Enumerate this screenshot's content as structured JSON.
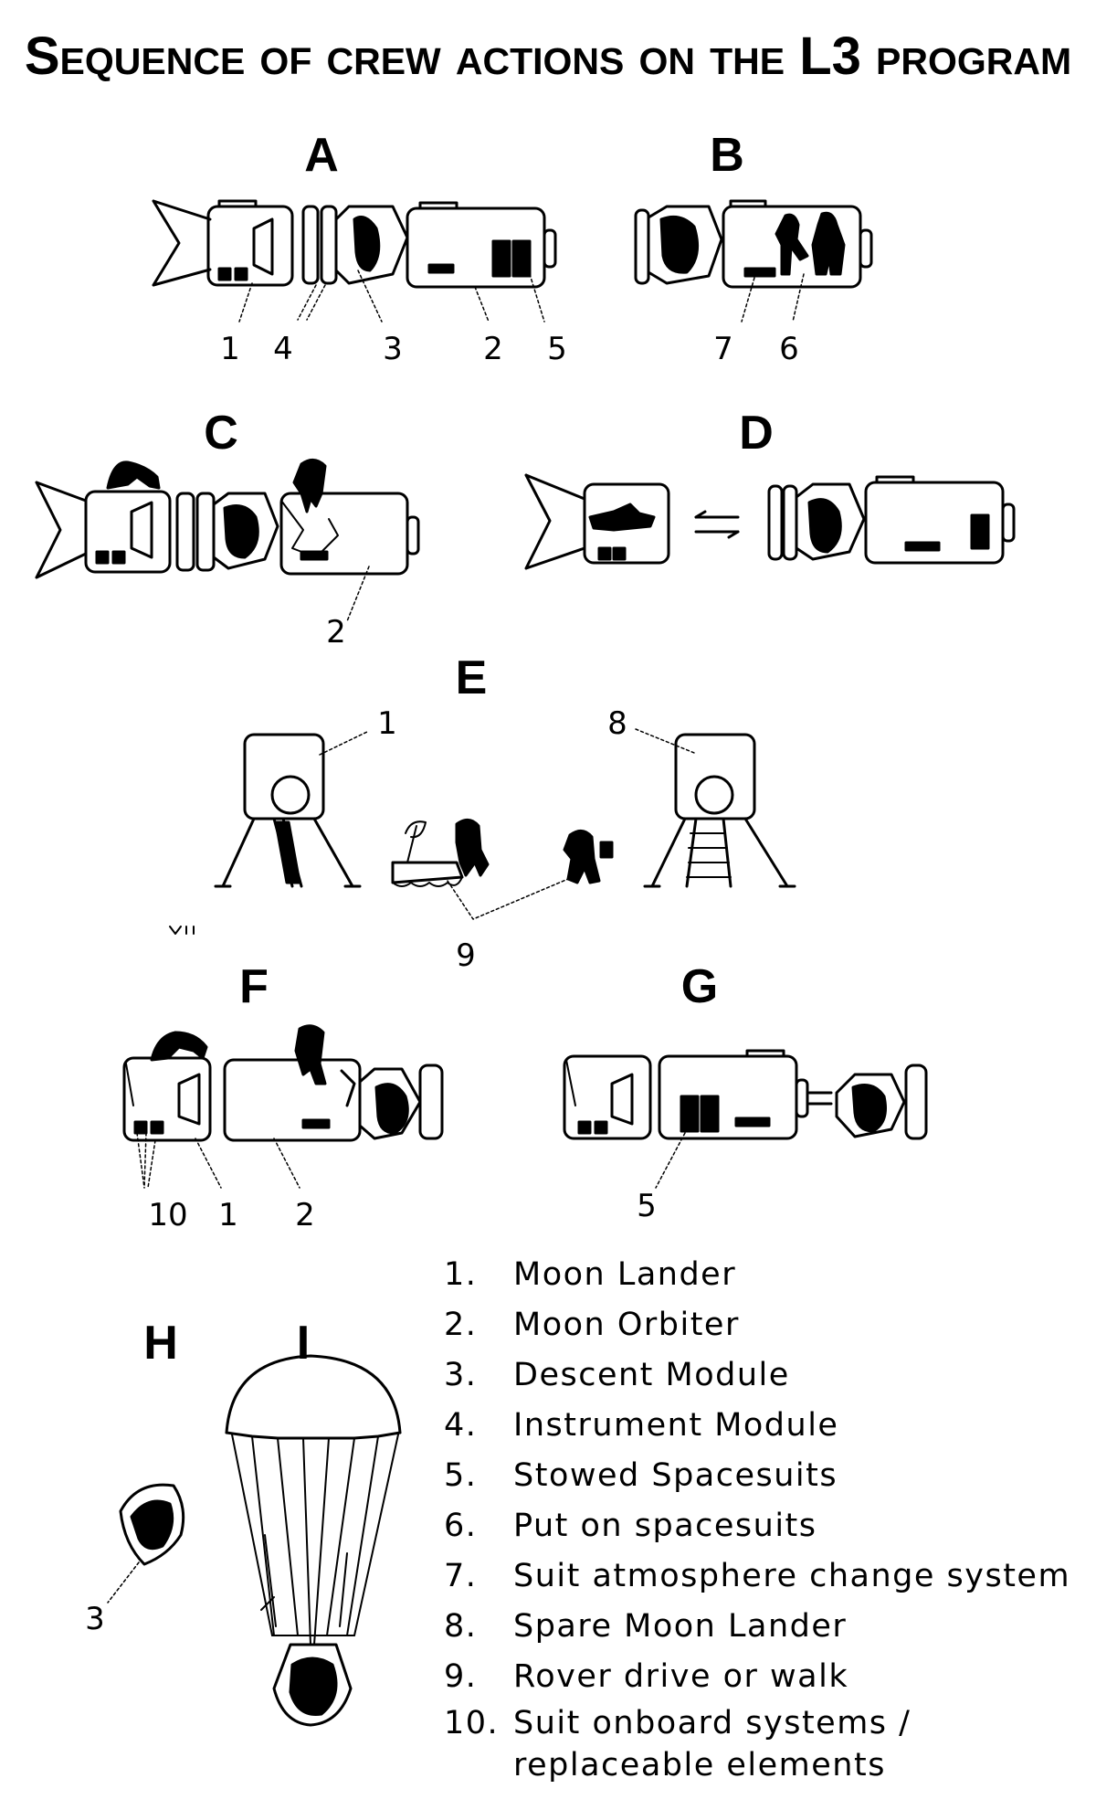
{
  "title": "Sequence of crew actions on the L3 program",
  "panels": {
    "a": "A",
    "b": "B",
    "c": "C",
    "d": "D",
    "e": "E",
    "f": "F",
    "g": "G",
    "h": "H",
    "i": "I"
  },
  "callouts": {
    "a": [
      "1",
      "4",
      "3",
      "2",
      "5"
    ],
    "b": [
      "7",
      "6"
    ],
    "c": [
      "2"
    ],
    "e": [
      "1",
      "8",
      "9"
    ],
    "f": [
      "10",
      "1",
      "2"
    ],
    "g": [
      "5"
    ],
    "h": [
      "3"
    ]
  },
  "legend": [
    {
      "num": "1.",
      "text": "Moon Lander"
    },
    {
      "num": "2.",
      "text": "Moon Orbiter"
    },
    {
      "num": "3.",
      "text": "Descent Module"
    },
    {
      "num": "4.",
      "text": "Instrument Module"
    },
    {
      "num": "5.",
      "text": "Stowed Spacesuits"
    },
    {
      "num": "6.",
      "text": "Put on spacesuits"
    },
    {
      "num": "7.",
      "text": "Suit atmosphere change system"
    },
    {
      "num": "8.",
      "text": "Spare Moon Lander"
    },
    {
      "num": "9.",
      "text": "Rover drive or walk"
    },
    {
      "num": "10.",
      "text": "Suit onboard systems /",
      "text2": "replaceable elements"
    }
  ]
}
